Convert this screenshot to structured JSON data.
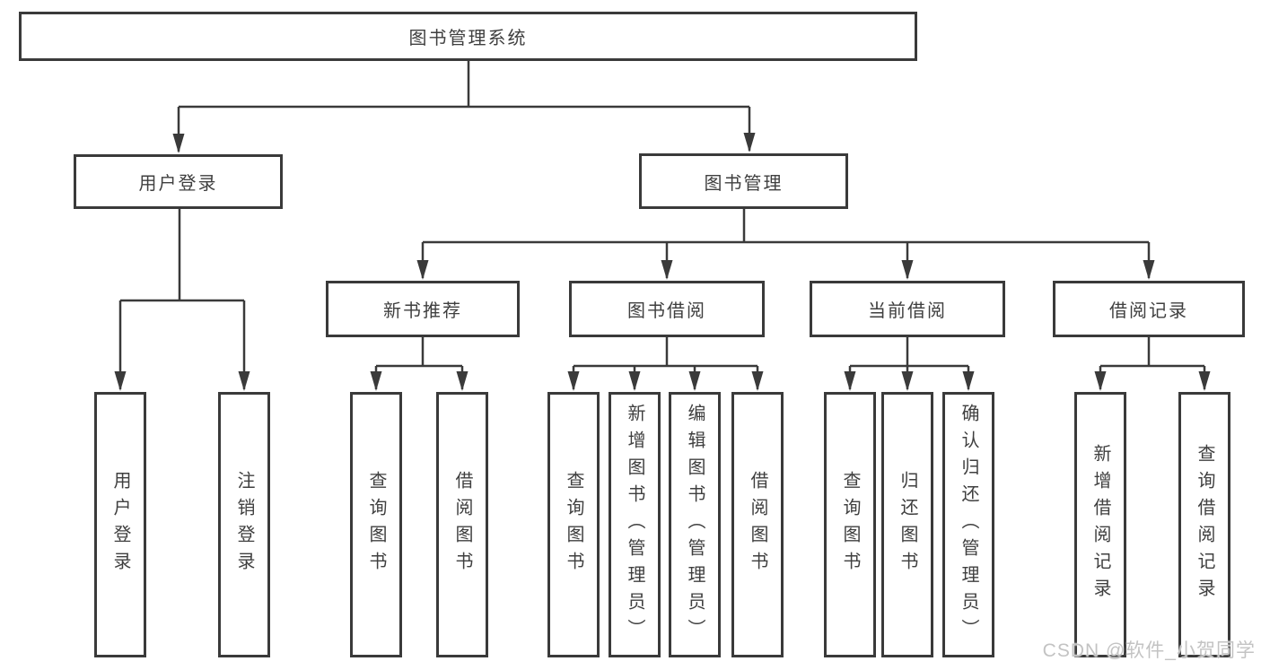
{
  "diagram": {
    "root": {
      "label": "图书管理系统"
    },
    "branches": [
      {
        "label": "用户登录",
        "children": [
          {
            "label": "用户登录"
          },
          {
            "label": "注销登录"
          }
        ]
      },
      {
        "label": "图书管理",
        "children": [
          {
            "label": "新书推荐",
            "children": [
              {
                "label": "查询图书"
              },
              {
                "label": "借阅图书"
              }
            ]
          },
          {
            "label": "图书借阅",
            "children": [
              {
                "label": "查询图书"
              },
              {
                "label": "新增图书（管理员）"
              },
              {
                "label": "编辑图书（管理员）"
              },
              {
                "label": "借阅图书"
              }
            ]
          },
          {
            "label": "当前借阅",
            "children": [
              {
                "label": "查询图书"
              },
              {
                "label": "归还图书"
              },
              {
                "label": "确认归还（管理员）"
              }
            ]
          },
          {
            "label": "借阅记录",
            "children": [
              {
                "label": "新增借阅记录"
              },
              {
                "label": "查询借阅记录"
              }
            ]
          }
        ]
      }
    ]
  },
  "watermark": {
    "text": "CSDN @软件_小贺同学"
  },
  "colors": {
    "line": "#3a3a3a",
    "text": "#3f3f3f",
    "background": "#ffffff",
    "watermark": "#c3c3c3"
  }
}
